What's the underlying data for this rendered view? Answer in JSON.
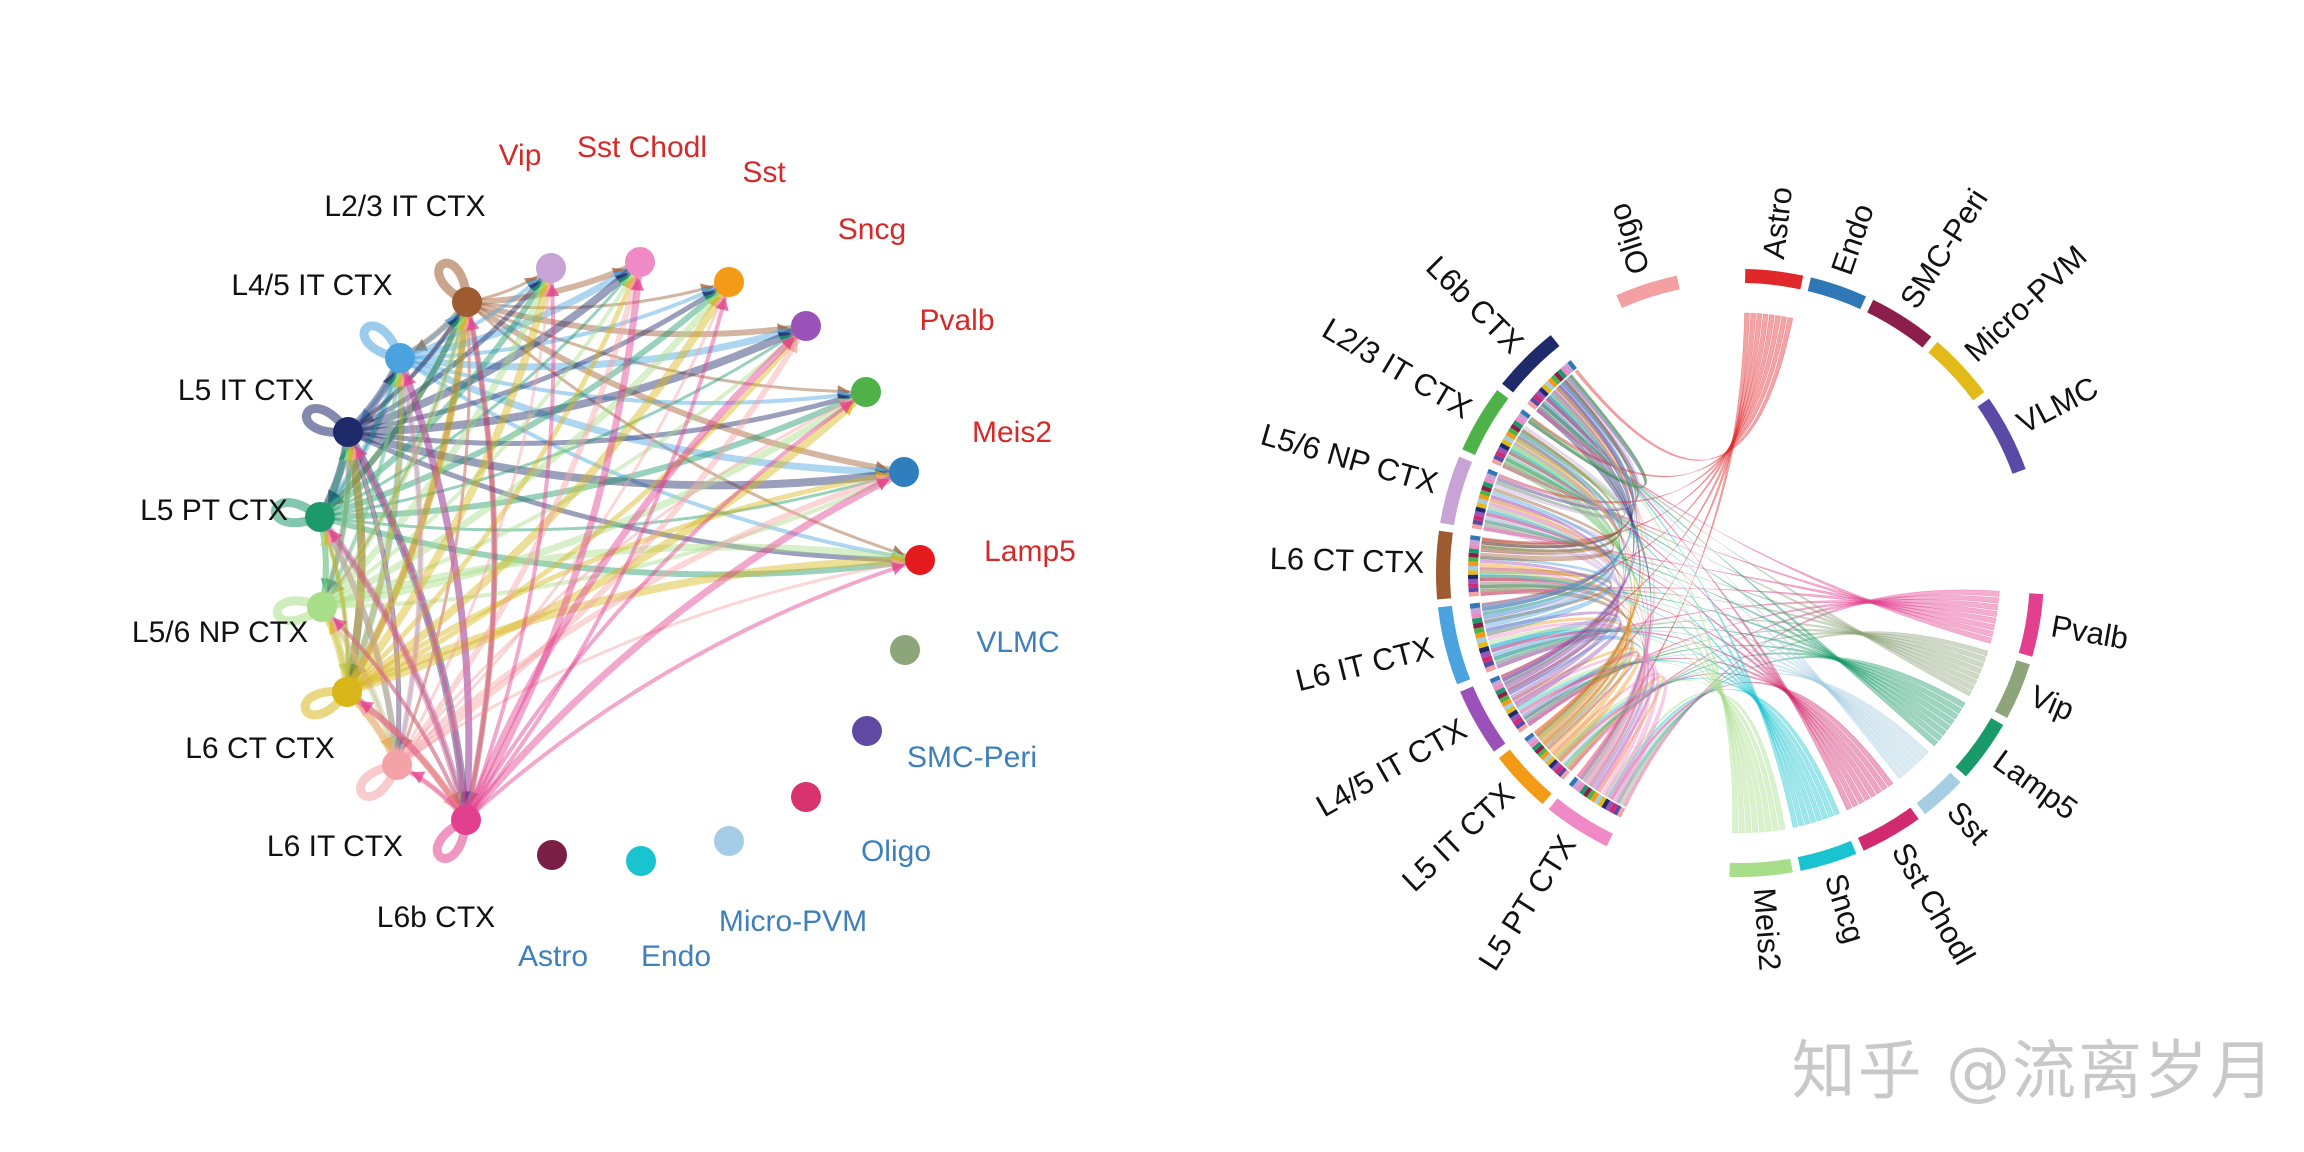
{
  "network": {
    "nodes": [
      {
        "id": "L2/3 IT CTX",
        "color": "#9e5b2f",
        "label_color": "#111111",
        "group": "excitatory"
      },
      {
        "id": "L4/5 IT CTX",
        "color": "#4aa3df",
        "label_color": "#111111",
        "group": "excitatory"
      },
      {
        "id": "L5 IT CTX",
        "color": "#1f2a6b",
        "label_color": "#111111",
        "group": "excitatory"
      },
      {
        "id": "L5 PT CTX",
        "color": "#1d9a6c",
        "label_color": "#111111",
        "group": "excitatory"
      },
      {
        "id": "L5/6 NP CTX",
        "color": "#a8de8a",
        "label_color": "#111111",
        "group": "excitatory"
      },
      {
        "id": "L6 CT CTX",
        "color": "#d8b61a",
        "label_color": "#111111",
        "group": "excitatory"
      },
      {
        "id": "L6 IT CTX",
        "color": "#f3a3a6",
        "label_color": "#111111",
        "group": "excitatory"
      },
      {
        "id": "L6b CTX",
        "color": "#e23f8e",
        "label_color": "#111111",
        "group": "excitatory"
      },
      {
        "id": "Vip",
        "color": "#c7a3d6",
        "label_color": "#d52a2a",
        "group": "inhibitory"
      },
      {
        "id": "Sst Chodl",
        "color": "#f08ac7",
        "label_color": "#d52a2a",
        "group": "inhibitory"
      },
      {
        "id": "Sst",
        "color": "#f39a16",
        "label_color": "#d52a2a",
        "group": "inhibitory"
      },
      {
        "id": "Sncg",
        "color": "#9b52b8",
        "label_color": "#d52a2a",
        "group": "inhibitory"
      },
      {
        "id": "Pvalb",
        "color": "#4fb248",
        "label_color": "#d52a2a",
        "group": "inhibitory"
      },
      {
        "id": "Meis2",
        "color": "#2f7fbf",
        "label_color": "#d52a2a",
        "group": "inhibitory"
      },
      {
        "id": "Lamp5",
        "color": "#e41a1c",
        "label_color": "#d52a2a",
        "group": "inhibitory"
      },
      {
        "id": "VLMC",
        "color": "#8da57a",
        "label_color": "#3e7fbc",
        "group": "non-neuronal"
      },
      {
        "id": "SMC-Peri",
        "color": "#5e4aa3",
        "label_color": "#3e7fbc",
        "group": "non-neuronal"
      },
      {
        "id": "Oligo",
        "color": "#d8336c",
        "label_color": "#3e7fbc",
        "group": "non-neuronal"
      },
      {
        "id": "Micro-PVM",
        "color": "#a6cde8",
        "label_color": "#3e7fbc",
        "group": "non-neuronal"
      },
      {
        "id": "Endo",
        "color": "#19c3cf",
        "label_color": "#3e7fbc",
        "group": "non-neuronal"
      },
      {
        "id": "Astro",
        "color": "#7a1f43",
        "label_color": "#3e7fbc",
        "group": "non-neuronal"
      }
    ],
    "sources": [
      "L2/3 IT CTX",
      "L4/5 IT CTX",
      "L5 IT CTX",
      "L5 PT CTX",
      "L5/6 NP CTX",
      "L6 CT CTX",
      "L6 IT CTX",
      "L6b CTX"
    ],
    "targets": [
      "L2/3 IT CTX",
      "L4/5 IT CTX",
      "L5 IT CTX",
      "L5 PT CTX",
      "L5/6 NP CTX",
      "L6 CT CTX",
      "L6 IT CTX",
      "L6b CTX",
      "Vip",
      "Sst Chodl",
      "Sst",
      "Sncg",
      "Pvalb",
      "Meis2",
      "Lamp5"
    ],
    "self_loops": [
      "L2/3 IT CTX",
      "L4/5 IT CTX",
      "L5 IT CTX",
      "L5 PT CTX",
      "L5/6 NP CTX",
      "L6 CT CTX",
      "L6 IT CTX",
      "L6b CTX"
    ]
  },
  "chord": {
    "sectors": [
      {
        "name": "Oligo",
        "color": "#f4a0a2"
      },
      {
        "name": "Astro",
        "color": "#e0272a"
      },
      {
        "name": "Endo",
        "color": "#2f78b5"
      },
      {
        "name": "SMC-Peri",
        "color": "#8c1e4b"
      },
      {
        "name": "Micro-PVM",
        "color": "#e2bb1b"
      },
      {
        "name": "VLMC",
        "color": "#5a4aa6"
      },
      {
        "name": "Pvalb",
        "color": "#e23f8e"
      },
      {
        "name": "Vip",
        "color": "#8ea57b"
      },
      {
        "name": "Lamp5",
        "color": "#1a9a6a"
      },
      {
        "name": "Sst",
        "color": "#a6cde2"
      },
      {
        "name": "Sst Chodl",
        "color": "#d12a6e"
      },
      {
        "name": "Sncg",
        "color": "#19c3cf"
      },
      {
        "name": "Meis2",
        "color": "#a8de8a"
      },
      {
        "name": "L5 PT CTX",
        "color": "#f08ac7"
      },
      {
        "name": "L5 IT CTX",
        "color": "#f39a16"
      },
      {
        "name": "L4/5 IT CTX",
        "color": "#9b52b8"
      },
      {
        "name": "L6 IT CTX",
        "color": "#4aa3df"
      },
      {
        "name": "L6 CT CTX",
        "color": "#9e5b2f"
      },
      {
        "name": "L5/6 NP CTX",
        "color": "#c7a3d6"
      },
      {
        "name": "L2/3 IT CTX",
        "color": "#4fb248"
      },
      {
        "name": "L6b CTX",
        "color": "#1f2a6b"
      }
    ],
    "sources": [
      "L5 PT CTX",
      "L5 IT CTX",
      "L4/5 IT CTX",
      "L6 IT CTX",
      "L6 CT CTX",
      "L5/6 NP CTX",
      "L2/3 IT CTX",
      "L6b CTX"
    ],
    "targets": [
      "Pvalb",
      "Vip",
      "Lamp5",
      "Sst",
      "Sst Chodl",
      "Sncg",
      "Meis2",
      "L5 PT CTX",
      "L5 IT CTX",
      "L4/5 IT CTX",
      "L6 IT CTX",
      "L6 CT CTX",
      "L5/6 NP CTX",
      "L2/3 IT CTX",
      "L6b CTX",
      "Astro"
    ]
  },
  "watermark": "知乎 @流离岁月"
}
